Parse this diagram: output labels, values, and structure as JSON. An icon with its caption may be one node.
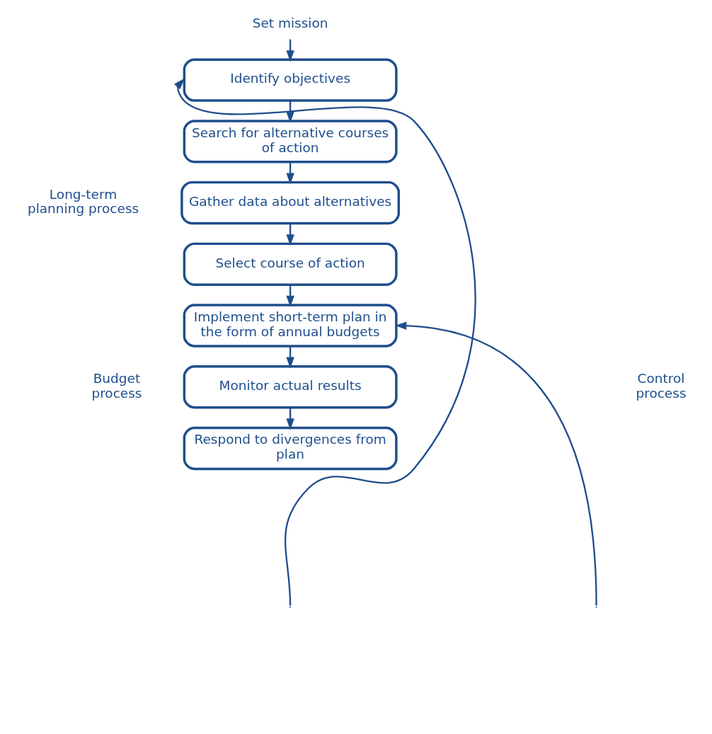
{
  "diagram": {
    "nodes": [
      {
        "text": [
          "Set mission"
        ]
      },
      {
        "text": [
          "Identify objectives"
        ]
      },
      {
        "text": [
          "Search for alternative courses of action"
        ]
      },
      {
        "text": [
          "Gather data about alternatives"
        ]
      },
      {
        "text": [
          "Select course of action"
        ]
      },
      {
        "text": [
          "Implement short-term plan in the form of annual budgets"
        ]
      },
      {
        "text": [
          "Monitor actual results"
        ]
      },
      {
        "text": [
          "Respond to divergences from plan"
        ]
      }
    ],
    "edges": [
      {
        "from": 0,
        "to": 1,
        "arrow": "to"
      },
      {
        "from": 1,
        "to": 2,
        "arrow": "to"
      },
      {
        "from": 2,
        "to": 3,
        "arrow": "to"
      },
      {
        "from": 3,
        "to": 4,
        "arrow": "to"
      },
      {
        "from": 4,
        "to": 5,
        "arrow": "to"
      },
      {
        "from": 5,
        "to": 6,
        "arrow": "to"
      },
      {
        "from": 6,
        "to": 7,
        "arrow": "to"
      },
      {
        "from": null,
        "to": 1,
        "arrow": "to"
      },
      {
        "from": null,
        "to": 5,
        "arrow": "to"
      }
    ],
    "labels": [
      "Long-term planning process",
      "Budget process",
      "Control process"
    ]
  }
}
